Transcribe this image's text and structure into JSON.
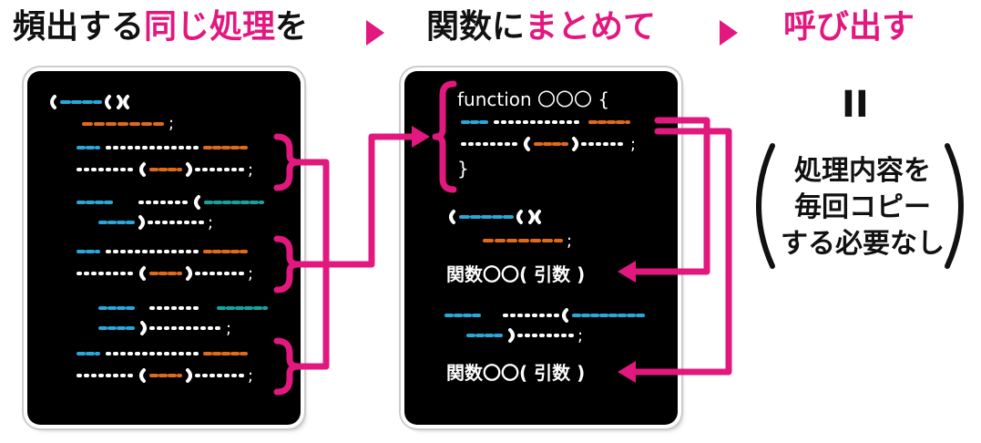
{
  "colors": {
    "accent": "#e2187f",
    "blue": "#2aa7d8",
    "orange": "#e06a1a",
    "teal": "#16a39a",
    "panel": "#000000"
  },
  "header": {
    "step1_prefix": "頻出する",
    "step1_highlight": "同じ処理",
    "step1_suffix": "を",
    "step2_prefix": "関数に",
    "step2_highlight": "まとめて",
    "step3": "呼び出す",
    "arrow_icon": "play-triangle-icon"
  },
  "right_panel": {
    "function_line": "function 〇〇〇 {",
    "closing_brace": "}",
    "call_1": "関数〇〇( 引数 )",
    "call_2": "関数〇〇( 引数 )"
  },
  "annotation": {
    "equals": "II",
    "note_lines": [
      "処理内容を",
      "毎回コピー",
      "する必要なし"
    ]
  }
}
